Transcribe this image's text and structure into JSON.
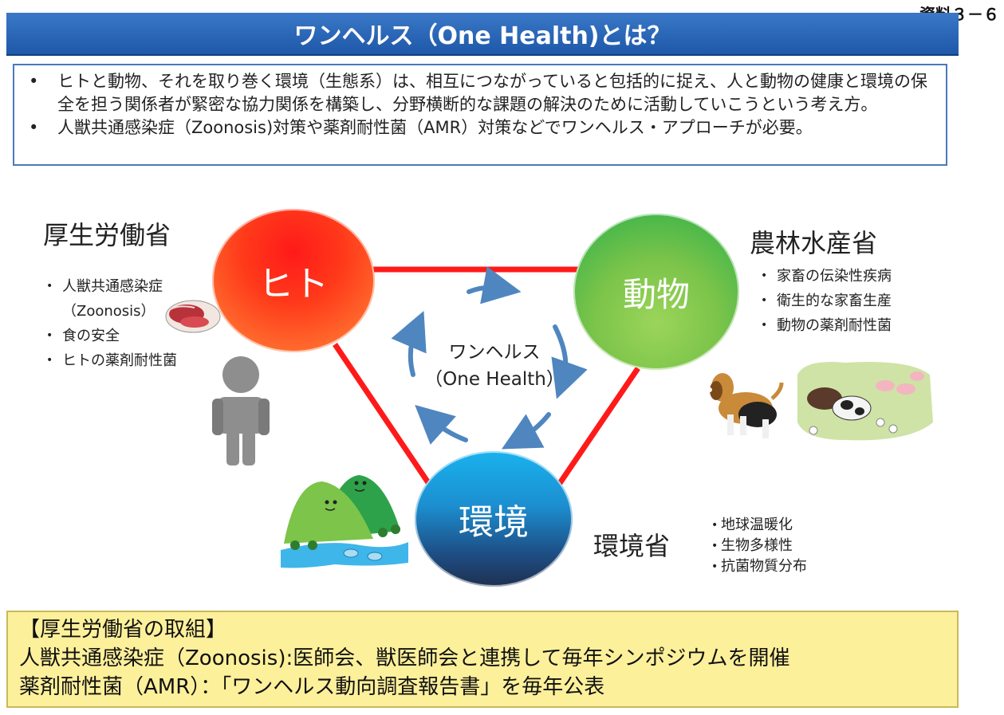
{
  "ref_label": "資料３－６",
  "title": "ワンヘルス（One Health)とは？",
  "intro_bullets": [
    "ヒトと動物、それを取り巻く環境（生態系）は、相互につながっていると包括的に捉え、人と動物の健康と環境の保全を担う関係者が緊密な協力関係を構築し、分野横断的な課題の解決のために活動していこうという考え方。",
    "人獣共通感染症（Zoonosis)対策や薬剤耐性菌（AMR）対策などでワンヘルス・アプローチが必要。"
  ],
  "mhlw": {
    "name": "厚生労働省",
    "items": [
      "人獣共通感染症（Zoonosis）",
      "食の安全",
      "ヒトの薬剤耐性菌"
    ]
  },
  "maff": {
    "name": "農林水産省",
    "items": [
      "家畜の伝染性疾病",
      "衛生的な家畜生産",
      "動物の薬剤耐性菌"
    ]
  },
  "moe": {
    "name": "環境省",
    "items": [
      "地球温暖化",
      "生物多様性",
      "抗菌物質分布"
    ]
  },
  "nodes": {
    "human": "ヒト",
    "animal": "動物",
    "environment": "環境"
  },
  "center": {
    "line1": "ワンヘルス",
    "line2": "（One Health）"
  },
  "bottom": {
    "heading": "【厚生労働省の取組】",
    "line1": "人獣共通感染症（Zoonosis):医師会、獣医師会と連携して毎年シンポジウムを開催",
    "line2": "薬剤耐性菌（AMR）：「ワンヘルス動向調査報告書」を毎年公表"
  },
  "colors": {
    "title_bg": "#2a66b8",
    "triangle": "#ff1a1a",
    "arrows": "#4f86c0",
    "bottom_bg": "#fdf09b"
  },
  "icons": [
    "meat-icon",
    "person-icon",
    "dog-icon",
    "livestock-icon",
    "hills-river-icon"
  ]
}
